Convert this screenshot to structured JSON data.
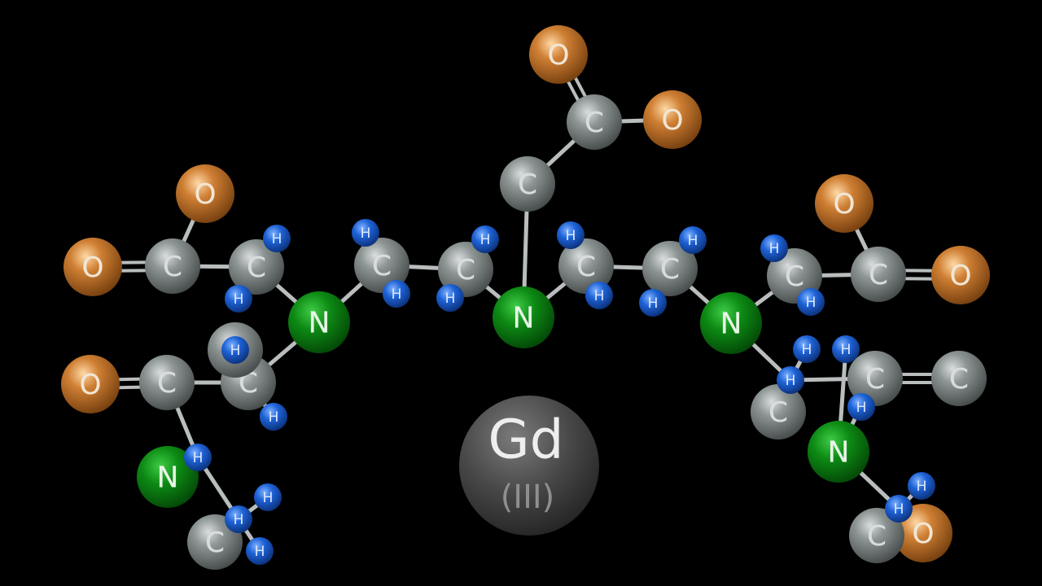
{
  "atom_types": {
    "C": {
      "label": "C",
      "color": "#7d8584"
    },
    "O": {
      "label": "O",
      "color": "#c97a2e"
    },
    "N": {
      "label": "N",
      "color": "#0e8a14"
    },
    "H": {
      "label": "H",
      "color": "#1f63d8"
    }
  },
  "metal_center": {
    "symbol": "Gd",
    "oxidation_state": "(III)",
    "color": "#4a4a4a"
  },
  "atoms": [
    "O",
    "C",
    "O",
    "C",
    "O",
    "C",
    "O",
    "C",
    "H",
    "H",
    "N",
    "C",
    "H",
    "H",
    "C",
    "H",
    "H",
    "N",
    "C",
    "H",
    "H",
    "C",
    "H",
    "H",
    "N",
    "C",
    "H",
    "H",
    "C",
    "H",
    "H",
    "O",
    "C",
    "O",
    "C",
    "H",
    "H",
    "N",
    "C",
    "H",
    "H",
    "C",
    "H",
    "H",
    "O",
    "C",
    "O",
    "C",
    "H",
    "H",
    "N",
    "C",
    "H",
    "H",
    "C",
    "H",
    "H"
  ]
}
